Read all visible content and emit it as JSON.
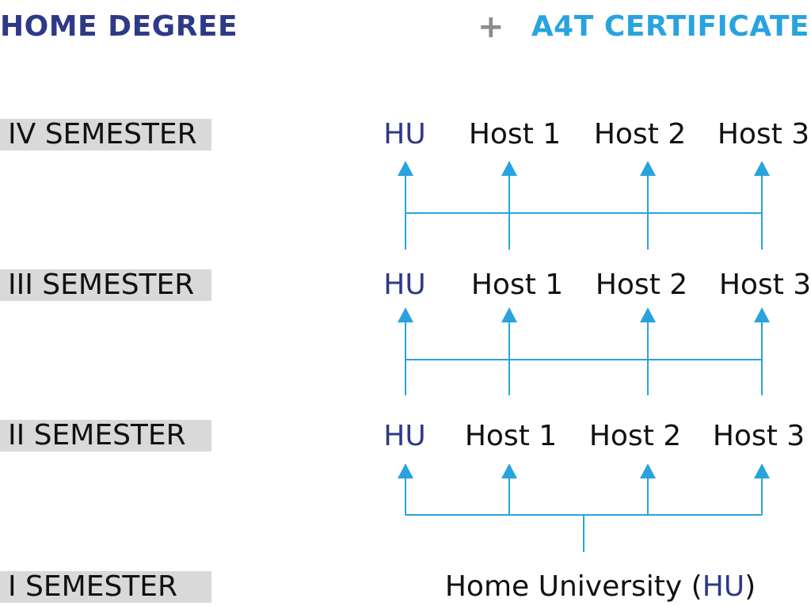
{
  "header": {
    "left": "HOME DEGREE",
    "plus": "+",
    "right": "A4T CERTIFICATE"
  },
  "semesters": [
    {
      "label": "IV SEMESTER"
    },
    {
      "label": "III SEMESTER"
    },
    {
      "label": "II SEMESTER"
    },
    {
      "label": "I SEMESTER"
    }
  ],
  "rows": [
    {
      "nodes": [
        "HU",
        "Host 1",
        "Host 2",
        "Host 3"
      ]
    },
    {
      "nodes": [
        "HU",
        "Host 1",
        "Host 2",
        "Host 3"
      ]
    },
    {
      "nodes": [
        "HU",
        "Host 1",
        "Host 2",
        "Host 3"
      ]
    }
  ],
  "footer": {
    "prefix": "Home University (",
    "hu": "HU",
    "suffix": ")"
  },
  "colors": {
    "navy": "#2e3a87",
    "blue": "#29a3de",
    "text": "#111111",
    "plus": "#8c8c8c",
    "label_bg": "#d9d9d9"
  }
}
